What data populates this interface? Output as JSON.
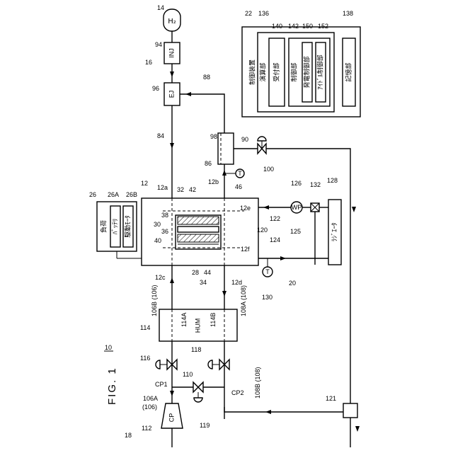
{
  "figure": {
    "title": "FIG. 1",
    "system_ref": "10"
  },
  "refs": {
    "r12": "12",
    "r12a": "12a",
    "r12b": "12b",
    "r12c": "12c",
    "r12d": "12d",
    "r12e": "12e",
    "r12f": "12f",
    "r14": "14",
    "r16": "16",
    "r18": "18",
    "r20": "20",
    "r22": "22",
    "r26": "26",
    "r26A": "26A",
    "r26B": "26B",
    "r28": "28",
    "r30": "30",
    "r32": "32",
    "r34": "34",
    "r36": "36",
    "r38": "38",
    "r40": "40",
    "r42": "42",
    "r44": "44",
    "r46": "46",
    "r84": "84",
    "r86": "86",
    "r88": "88",
    "r90": "90",
    "r94": "94",
    "r96": "96",
    "r98": "98",
    "r100": "100",
    "r106": "106B (106)",
    "r106a": "106A",
    "r106b": "(106)",
    "r108": "108A (108)",
    "r108b": "108B (108)",
    "r110": "110",
    "r112": "112",
    "r114": "114",
    "r114A": "114A",
    "r114B": "114B",
    "r116": "116",
    "r118": "118",
    "r119": "119",
    "r120": "120",
    "r121": "121",
    "r122": "122",
    "r124": "124",
    "r125": "125",
    "r126": "126",
    "r128": "128",
    "r130": "130",
    "r132": "132",
    "r136": "136",
    "r138": "138",
    "r140": "140",
    "r142": "142",
    "r150": "150",
    "r152": "152",
    "cp1": "CP1",
    "cp2": "CP2"
  },
  "labels": {
    "h2": "H₂",
    "inj": "INJ",
    "ej": "EJ",
    "hum": "HUM",
    "cp": "CP",
    "wp": "WP",
    "t1": "T",
    "t2": "T",
    "radiator": "ﾗｼﾞｴｰﾀ",
    "load": "負荷",
    "battery": "ﾊﾞｯﾃﾘ",
    "motor": "駆動ﾓｰﾀ",
    "controller": "制御装置",
    "calc": "演算部",
    "receiver": "受付部",
    "control": "制御部",
    "power_ctrl": "発電制御部",
    "idle_ctrl": "ｱｲﾄﾞﾙ制御部",
    "storage": "記憶部"
  }
}
